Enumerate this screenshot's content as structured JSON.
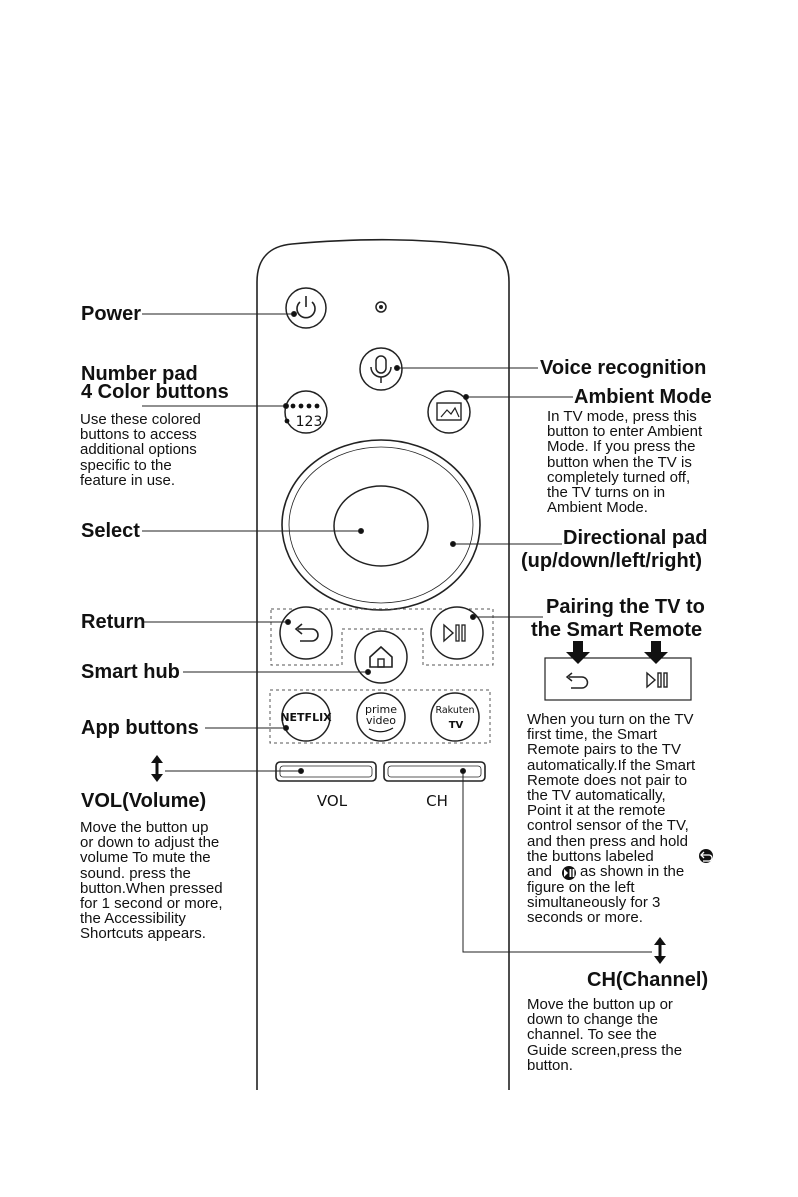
{
  "labels": {
    "power": "Power",
    "number_pad_1": "Number pad",
    "number_pad_2": "4 Color buttons",
    "select": "Select",
    "return": "Return",
    "smart_hub": "Smart hub",
    "app_buttons": "App buttons",
    "vol_title": "VOL(Volume)",
    "voice": "Voice recognition",
    "ambient": "Ambient Mode",
    "dpad_1": "Directional pad",
    "dpad_2": "(up/down/left/right)",
    "pairing_1": "Pairing the TV to",
    "pairing_2": "the Smart Remote",
    "ch_title": "CH(Channel)"
  },
  "descriptions": {
    "number_pad": "Use these colored\nbuttons to access\nadditional options\nspecific to the\nfeature in use.",
    "ambient": "In TV mode, press this\nbutton to enter Ambient\nMode. If you press the\nbutton when the TV is\ncompletely turned off,\nthe TV turns on in\nAmbient Mode.",
    "vol": "Move the button up\nor down to adjust the\nvolume To mute the\nsound. press the\nbutton.When pressed\nfor 1 second or more,\nthe Accessibility\nShortcuts appears.",
    "pairing_a": "When you turn on the TV\nfirst time, the Smart\nRemote pairs to the TV\nautomatically.If the Smart\nRemote does not pair to\nthe TV automatically,\nPoint it at the remote\ncontrol sensor of the TV,\nand then press and hold\nthe buttons labeled",
    "pairing_and": "and",
    "pairing_b": "as shown in the",
    "pairing_c": "figure on the left\nsimultaneously for 3\nseconds or more.",
    "ch": "Move the button up or\ndown to change the\nchannel. To see the\nGuide screen,press the\nbutton."
  },
  "remote": {
    "number_button": "123",
    "app_netflix": "NETFLIX",
    "app_prime_1": "prime",
    "app_prime_2": "video",
    "app_rakuten_1": "Rakuten",
    "app_rakuten_2": "TV",
    "rocker_vol": "VOL",
    "rocker_ch": "CH"
  },
  "icons": {
    "return_glyph": "↩",
    "playpause_glyph": "⏯"
  }
}
